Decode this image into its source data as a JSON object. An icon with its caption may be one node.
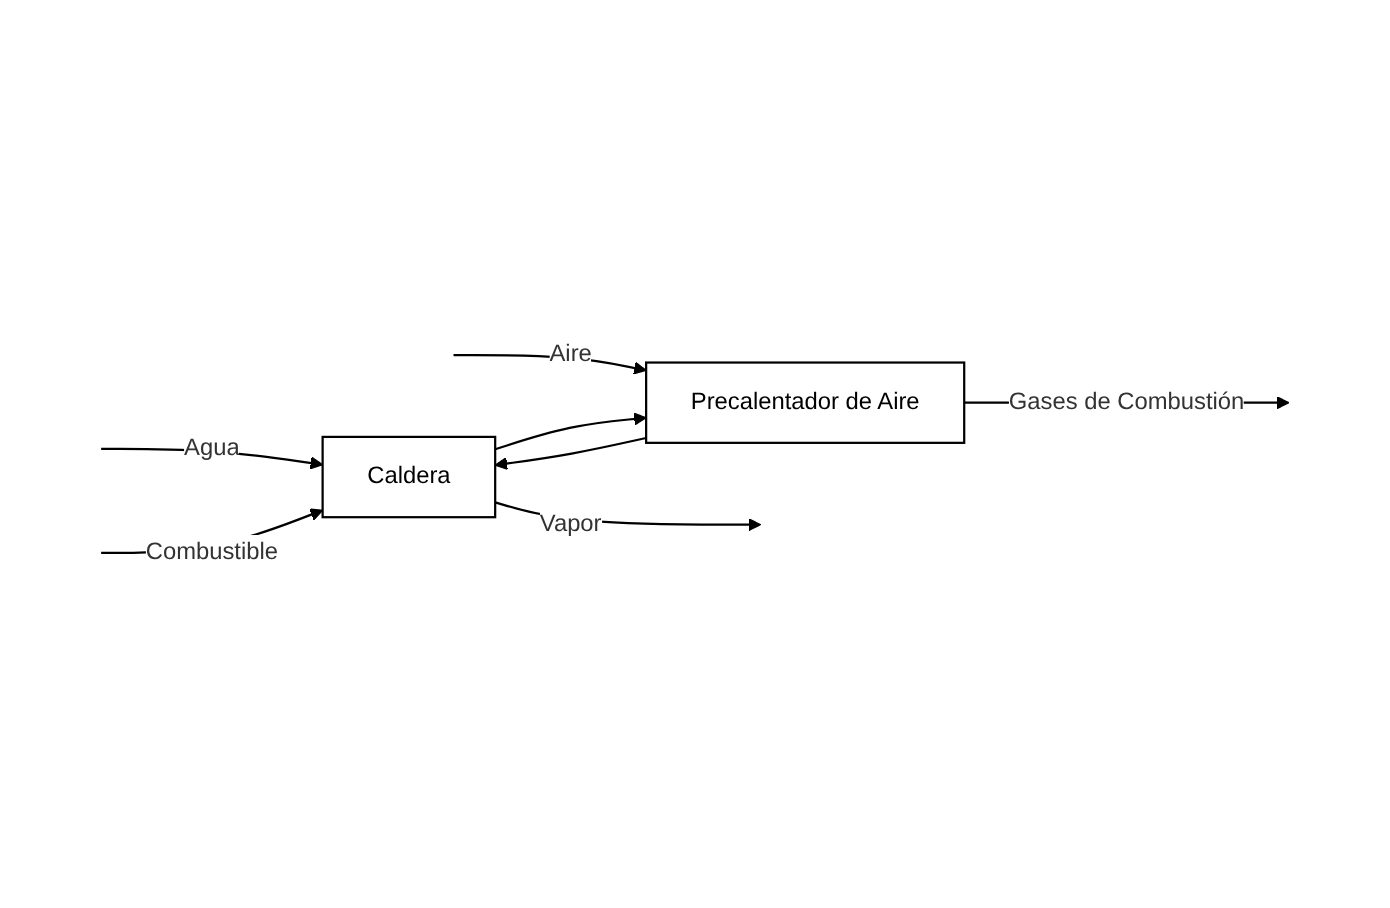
{
  "diagram": {
    "nodes": [
      {
        "text": [
          "Caldera"
        ]
      },
      {
        "text": [
          "Precalentador de Aire"
        ]
      }
    ],
    "edges": [
      {
        "from": null,
        "to": 0,
        "arrow": "to",
        "label": "Agua"
      },
      {
        "from": null,
        "to": 0,
        "arrow": "to",
        "label": "Combustible"
      },
      {
        "from": 0,
        "to": null,
        "arrow": "to",
        "label": "Vapor"
      },
      {
        "from": null,
        "to": 1,
        "arrow": "to",
        "label": "Aire"
      },
      {
        "from": 1,
        "to": 0,
        "arrow": "to"
      },
      {
        "from": 0,
        "to": 1,
        "arrow": "to"
      },
      {
        "from": 1,
        "to": null,
        "arrow": "to",
        "label": "Gases de Combustión"
      }
    ]
  }
}
